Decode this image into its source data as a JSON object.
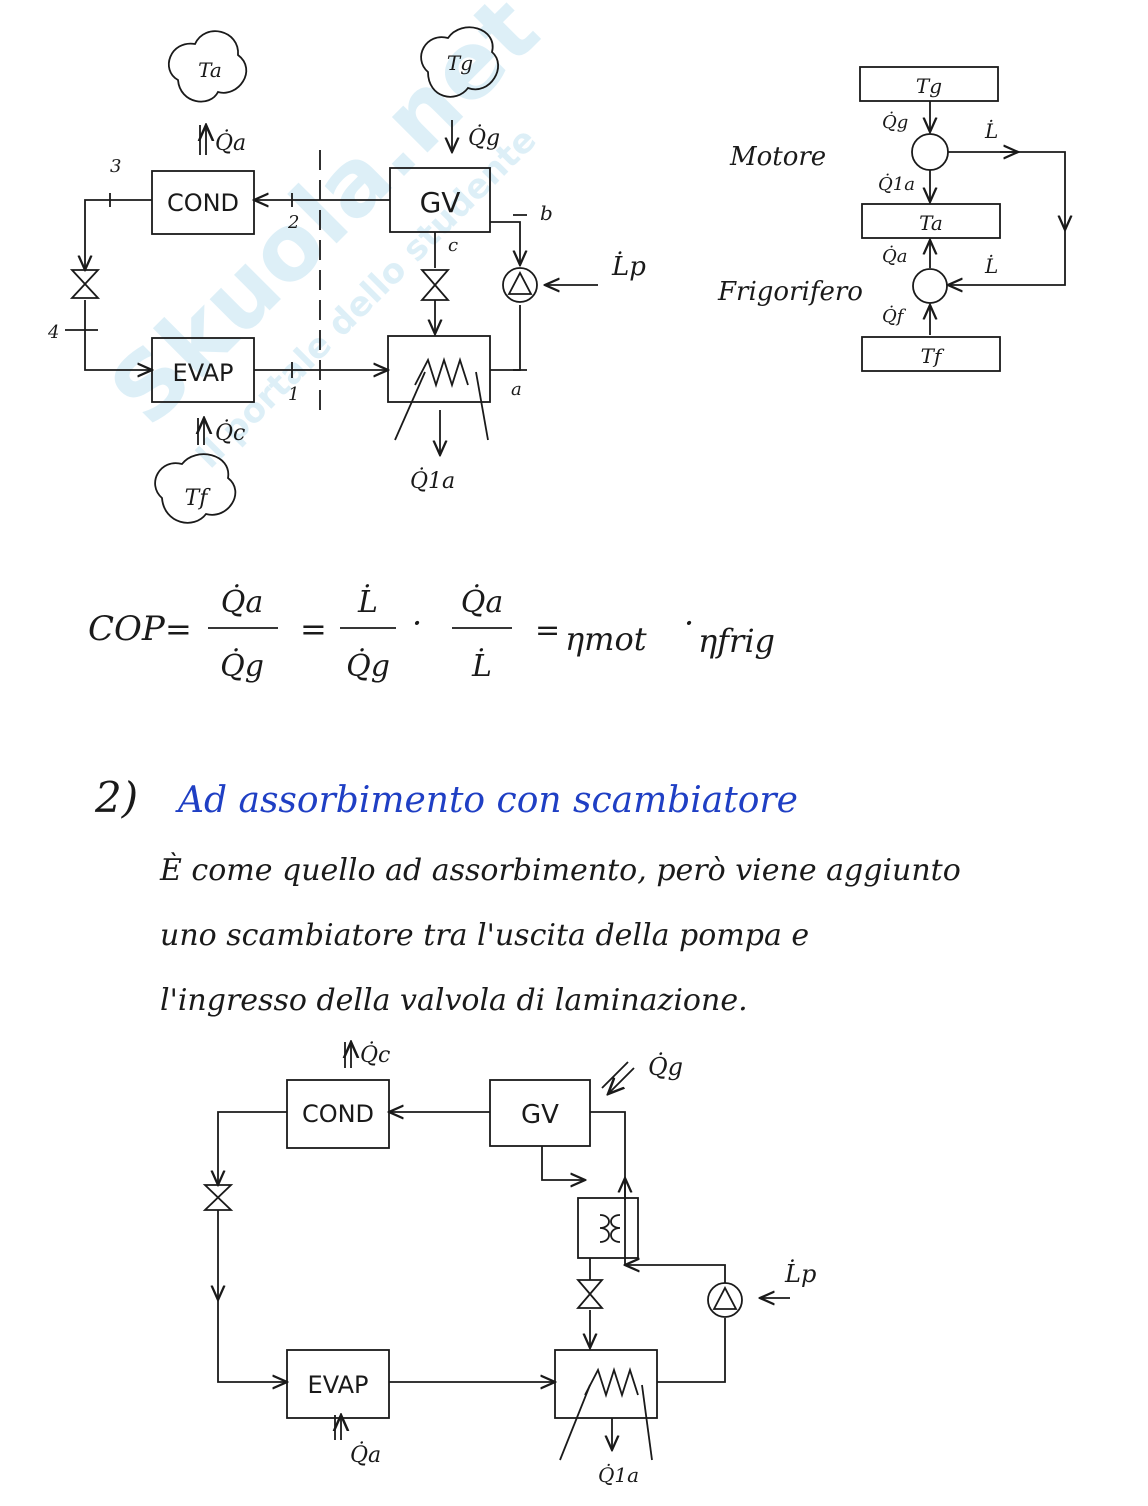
{
  "watermark": {
    "brand": "Skuola.net",
    "tagline": "Il portale dello studente"
  },
  "diagram1": {
    "components": {
      "cond": "COND",
      "gv": "GV",
      "evap": "EVAP"
    },
    "sources": {
      "ta": "Ta",
      "tg": "Tg",
      "tf": "Tf"
    },
    "heat": {
      "qa": "Q̇a",
      "qg": "Q̇g",
      "qc": "Q̇c",
      "q1a": "Q̇1a"
    },
    "work": {
      "lp": "L̇p"
    },
    "points": {
      "p1": "1",
      "p2": "2",
      "p3": "3",
      "p4": "4",
      "pa": "a",
      "pb": "b",
      "pc": "c"
    }
  },
  "diagram2": {
    "sources": {
      "tg": "Tg",
      "ta": "Ta",
      "tf": "Tf"
    },
    "heat": {
      "qg": "Q̇g",
      "q1a": "Q̇1a",
      "qa": "Q̇a",
      "qf": "Q̇f"
    },
    "work_top": "L̇",
    "work_bottom": "L̇",
    "motore": "Motore",
    "frigorifero": "Frigorifero"
  },
  "formula": {
    "lhs": "COP",
    "eq": "=",
    "f1_num": "Q̇a",
    "f1_den": "Q̇g",
    "f2_num": "L̇",
    "f2_den": "Q̇g",
    "dot": "·",
    "f3_num": "Q̇a",
    "f3_den": "L̇",
    "eta_mot": "ηmot",
    "eta_frig": "ηfrig"
  },
  "section": {
    "number": "2)",
    "title": "Ad assorbimento con scambiatore",
    "body_line1": "È come quello ad assorbimento, però viene aggiunto",
    "body_line2": "uno scambiatore tra l'uscita della pompa e",
    "body_line3": "l'ingresso della valvola di laminazione."
  },
  "diagram3": {
    "components": {
      "cond": "COND",
      "gv": "GV",
      "evap": "EVAP"
    },
    "heat": {
      "qc": "Q̇c",
      "qg": "Q̇g",
      "qa": "Q̇a",
      "q1a": "Q̇1a"
    },
    "work": {
      "lp": "L̇p"
    }
  }
}
